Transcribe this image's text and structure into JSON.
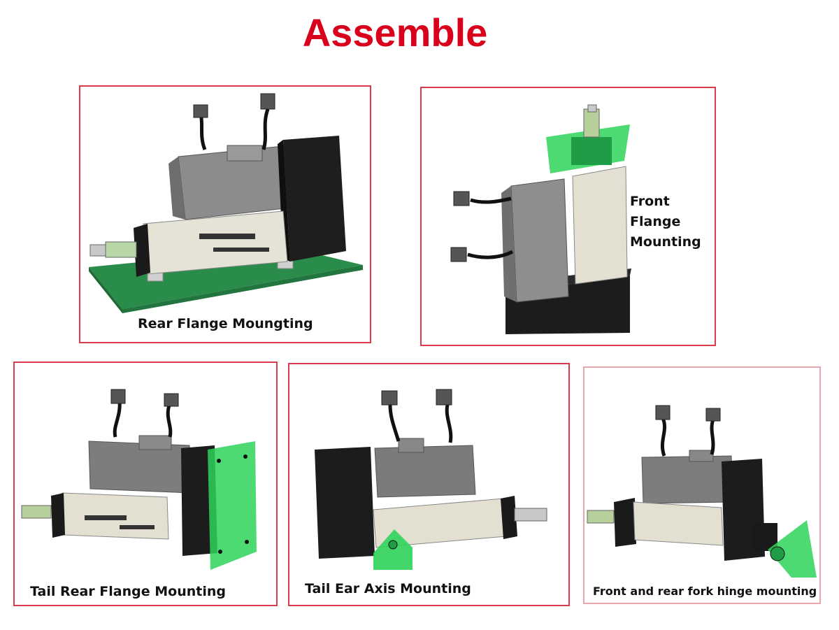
{
  "page": {
    "title": "Assemble"
  },
  "panels": [
    {
      "caption": "Rear Flange Moungting"
    },
    {
      "caption": "Front Flange\nMounting"
    },
    {
      "caption": "Tail Rear Flange Mounting"
    },
    {
      "caption": "Tail Ear Axis Mounting"
    },
    {
      "caption": "Front and rear fork hinge mounting"
    }
  ],
  "colors": {
    "title": "#d9001b",
    "frame": "#d93b4a",
    "mount_green": "#2fd35a",
    "motor_gray": "#8a8a8a",
    "body_black": "#1a1a1a"
  }
}
